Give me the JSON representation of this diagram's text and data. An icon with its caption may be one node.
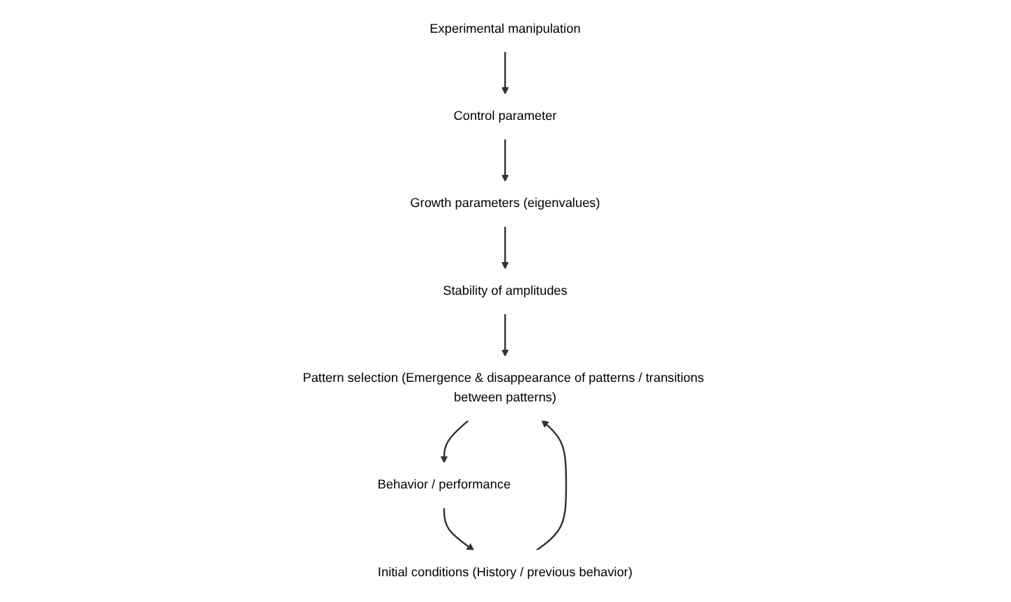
{
  "diagram": {
    "nodes": [
      {
        "text": [
          "Experimental manipulation"
        ]
      },
      {
        "text": [
          "Control parameter"
        ]
      },
      {
        "text": [
          "Growth parameters (eigenvalues)"
        ]
      },
      {
        "text": [
          "Initial conditions (History / previous behavior)"
        ]
      },
      {
        "text": [
          "Stability of amplitudes"
        ]
      },
      {
        "text": [
          "Pattern selection (Emergence & disappearance of patterns / transitions between patterns)"
        ]
      },
      {
        "text": [
          "Behavior / performance"
        ]
      }
    ],
    "edges": [
      {
        "from": 0,
        "to": 1,
        "arrow": "to"
      },
      {
        "from": 1,
        "to": 2,
        "arrow": "to"
      },
      {
        "from": 2,
        "to": 4,
        "arrow": "to"
      },
      {
        "from": 3,
        "to": 5,
        "arrow": "to"
      },
      {
        "from": 4,
        "to": 5,
        "arrow": "to"
      },
      {
        "from": 5,
        "to": 6,
        "arrow": "to"
      },
      {
        "from": 6,
        "to": 3,
        "arrow": "to"
      }
    ]
  }
}
